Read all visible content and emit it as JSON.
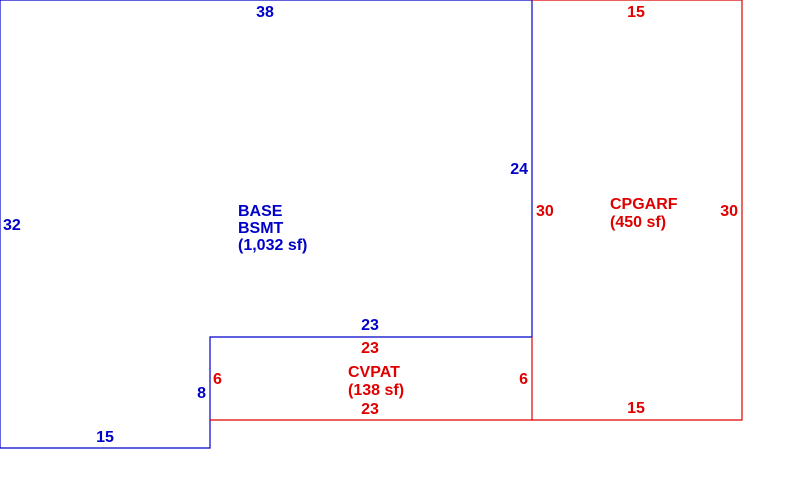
{
  "colors": {
    "base": "#0000c8",
    "attached": "#e00000"
  },
  "areas": {
    "base": {
      "line1": "BASE",
      "line2": "BSMT",
      "area": "(1,032 sf)"
    },
    "garage": {
      "line1": "CPGARF",
      "area": "(450 sf)"
    },
    "patio": {
      "line1": "CVPAT",
      "area": "(138 sf)"
    }
  },
  "dimensions": {
    "base_top": "38",
    "base_left": "32",
    "base_right": "24",
    "base_step": "23",
    "base_notch": "8",
    "base_bottom": "15",
    "garage_top": "15",
    "garage_left": "30",
    "garage_right": "30",
    "garage_bottom": "15",
    "patio_top": "23",
    "patio_left": "6",
    "patio_right": "6",
    "patio_bottom": "23"
  }
}
